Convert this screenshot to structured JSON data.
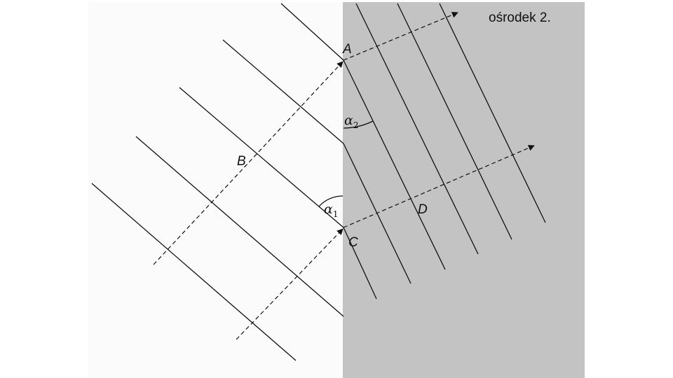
{
  "diagram": {
    "medium_label": "ośrodek 2.",
    "points": {
      "A": "A",
      "B": "B",
      "C": "C",
      "D": "D"
    },
    "angles": {
      "alpha1": {
        "symbol": "α",
        "sub": "1"
      },
      "alpha2": {
        "symbol": "α",
        "sub": "2"
      }
    },
    "colors": {
      "medium1": "#fbfbfb",
      "medium2": "#c3c3c3",
      "lines": "#111111"
    }
  }
}
